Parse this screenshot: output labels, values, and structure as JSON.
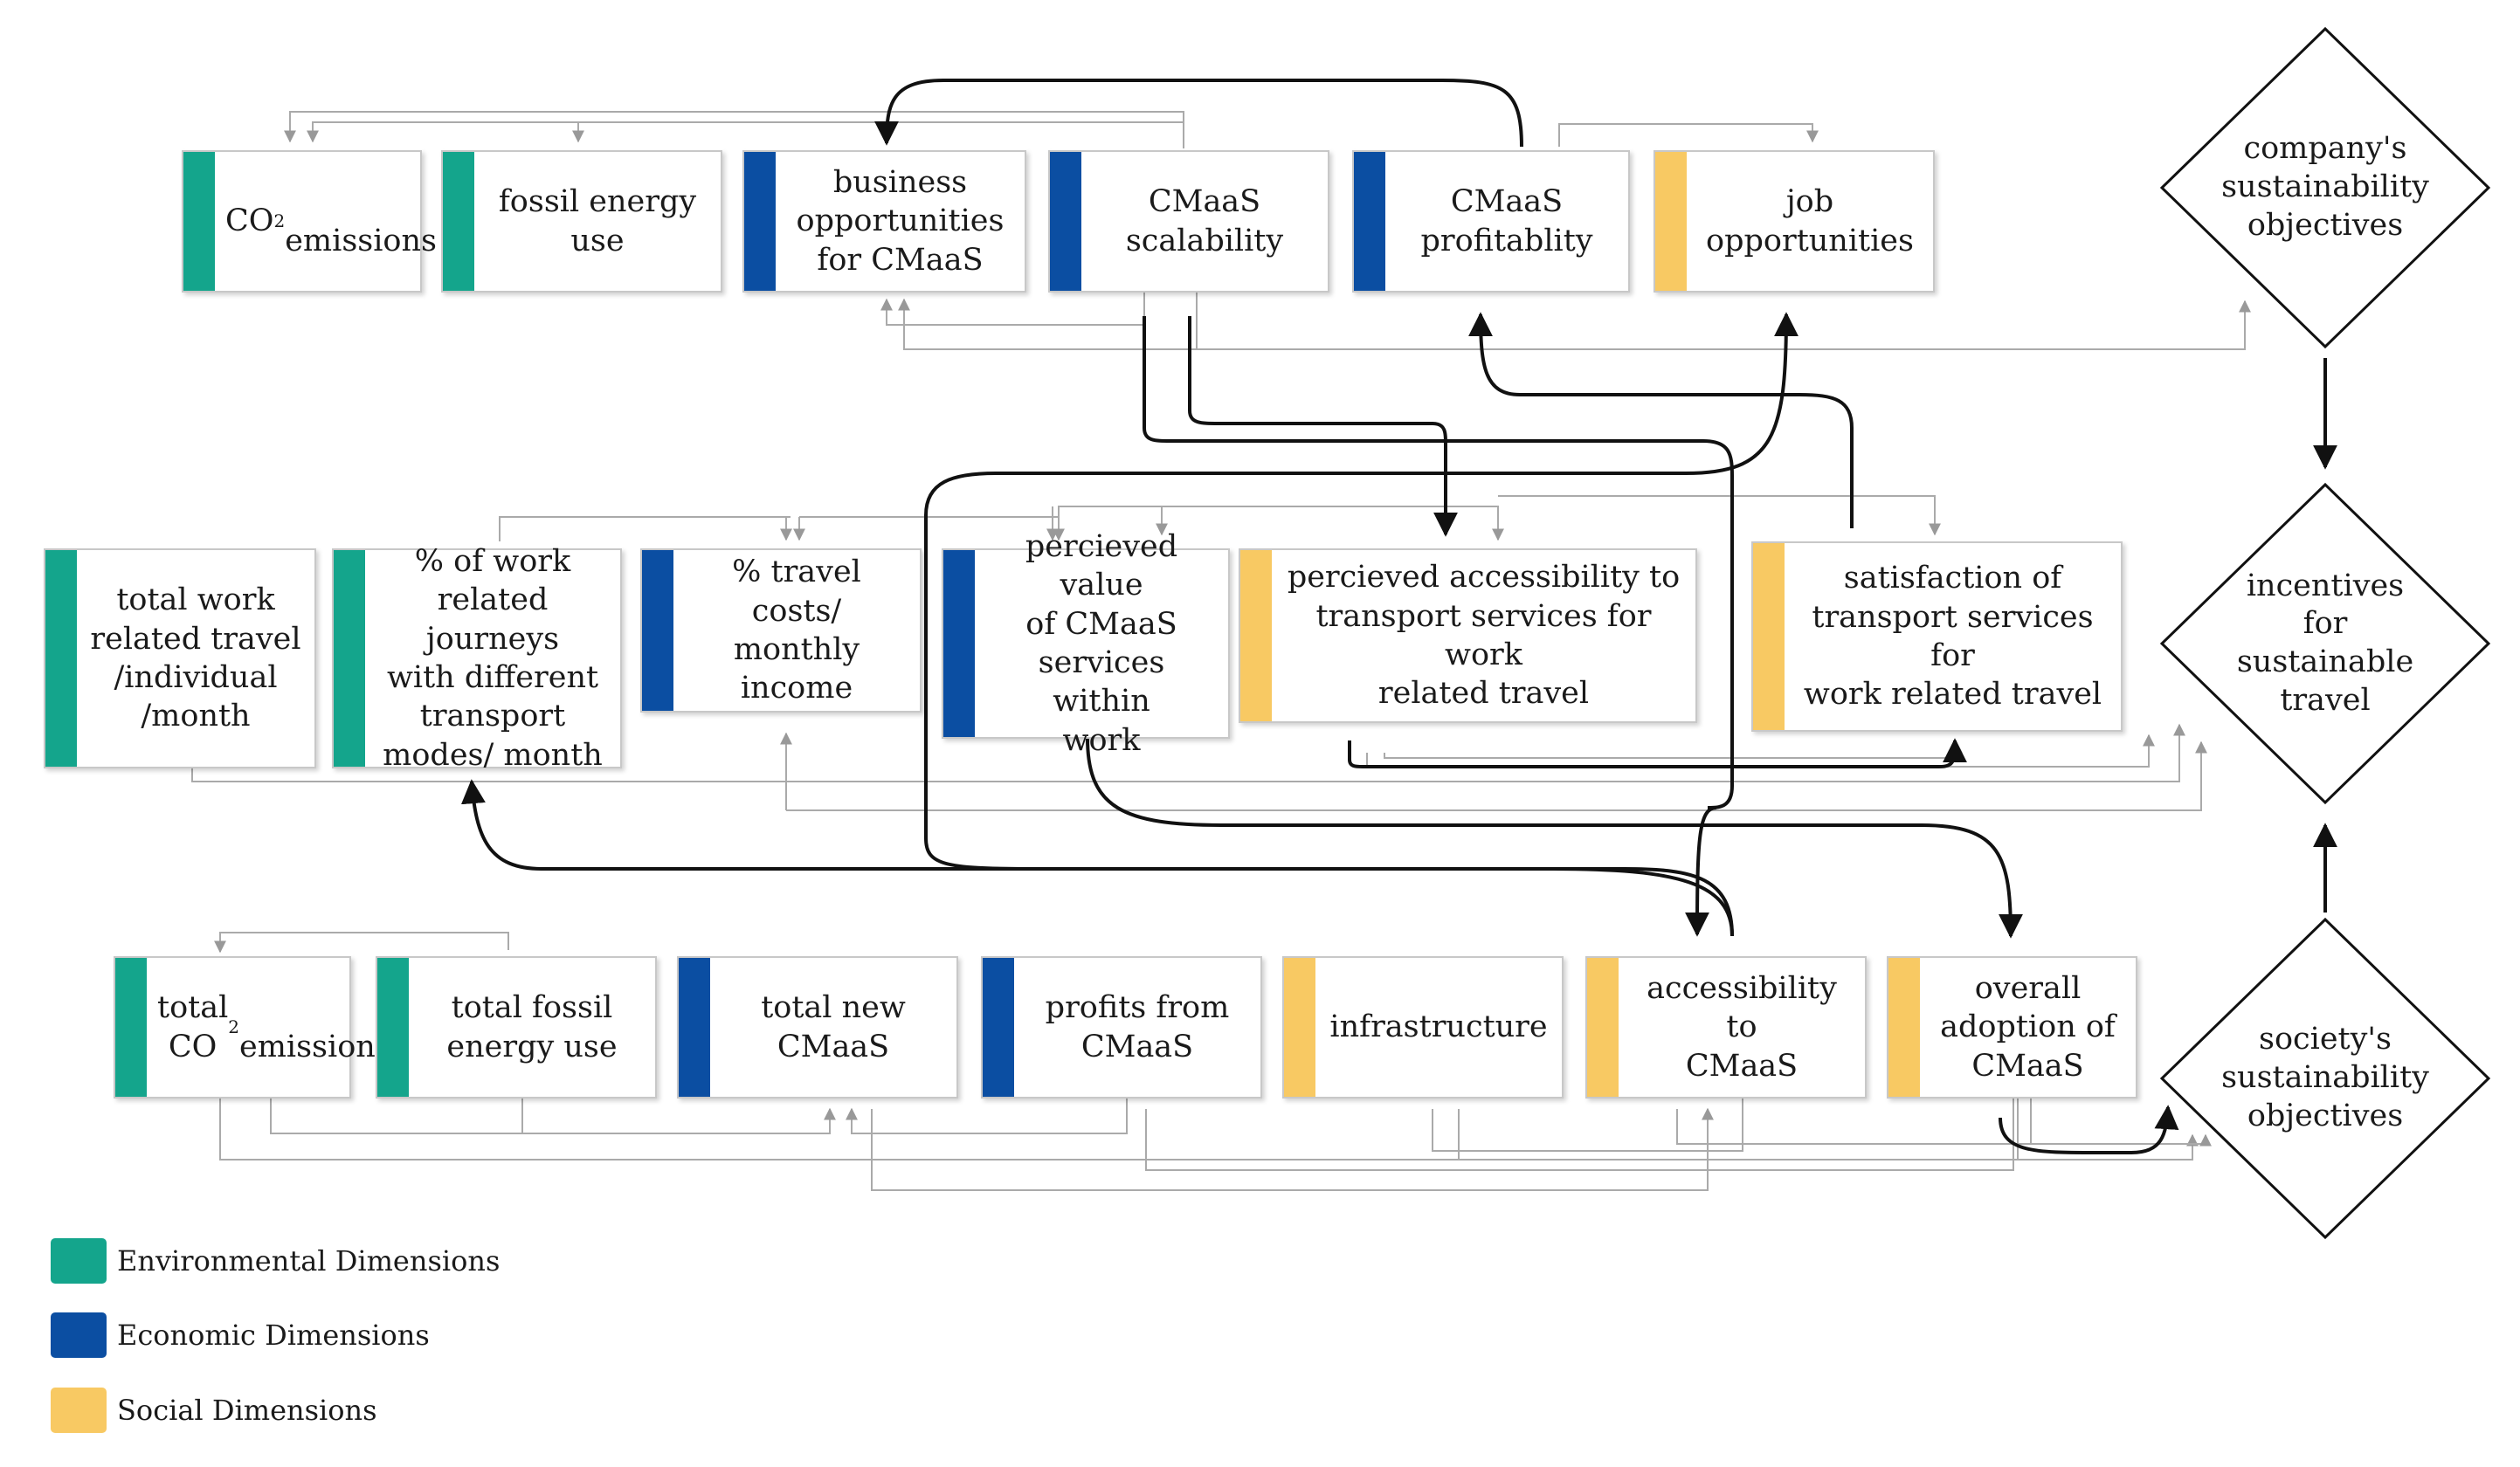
{
  "colors": {
    "environmental": "#14a58c",
    "economic": "#0b4ea2",
    "social": "#f8c963"
  },
  "nodes": {
    "co2_emissions": {
      "pre": "CO",
      "sub": "2",
      "post": "\nemissions",
      "dimension": "environmental"
    },
    "fossil_energy_use": {
      "text": "fossil energy\nuse",
      "dimension": "environmental"
    },
    "business_opportunities": {
      "text": "business\nopportunities\nfor CMaaS",
      "dimension": "economic"
    },
    "cmaas_scalability": {
      "text": "CMaaS\nscalability",
      "dimension": "economic"
    },
    "cmaas_profitability": {
      "text": "CMaaS\nprofitablity",
      "dimension": "economic"
    },
    "job_opportunities": {
      "text": "job\nopportunities",
      "dimension": "social"
    },
    "total_work_travel": {
      "text": "total work\nrelated travel\n/individual\n/month",
      "dimension": "environmental"
    },
    "pct_work_journeys": {
      "text": "% of work\nrelated journeys\nwith different\ntransport\nmodes/ month",
      "dimension": "environmental"
    },
    "pct_travel_costs": {
      "text": "% travel costs/\nmonthly income",
      "dimension": "economic"
    },
    "perceived_value": {
      "text": "percieved value\nof CMaaS\nservices within\nwork",
      "dimension": "economic"
    },
    "perceived_accessibility": {
      "text": "percieved accessibility to\ntransport services for work\nrelated travel",
      "dimension": "social"
    },
    "satisfaction_transport": {
      "text": "satisfaction of\ntransport services for\nwork related travel",
      "dimension": "social"
    },
    "total_co2_emissions": {
      "pre": "total CO",
      "sub": "2",
      "post": "\nemissions",
      "dimension": "environmental"
    },
    "total_fossil_energy": {
      "text": "total fossil\nenergy use",
      "dimension": "environmental"
    },
    "total_new_cmaas": {
      "text": "total new\nCMaaS",
      "dimension": "economic"
    },
    "profits_from_cmaas": {
      "text": "profits from\nCMaaS",
      "dimension": "economic"
    },
    "infrastructure": {
      "text": "infrastructure",
      "dimension": "social"
    },
    "accessibility_to_cmaas": {
      "text": "accessibility to\nCMaaS",
      "dimension": "social"
    },
    "overall_adoption": {
      "text": "overall\nadoption of\nCMaaS",
      "dimension": "social"
    }
  },
  "objectives": {
    "company": "company's\nsustainability\nobjectives",
    "incentives": "incentives\nfor\nsustainable\ntravel",
    "society": "society's\nsustainability\nobjectives"
  },
  "legend": [
    {
      "label": "Environmental Dimensions",
      "dimension": "environmental"
    },
    {
      "label": "Economic Dimensions",
      "dimension": "economic"
    },
    {
      "label": "Social Dimensions",
      "dimension": "social"
    }
  ]
}
